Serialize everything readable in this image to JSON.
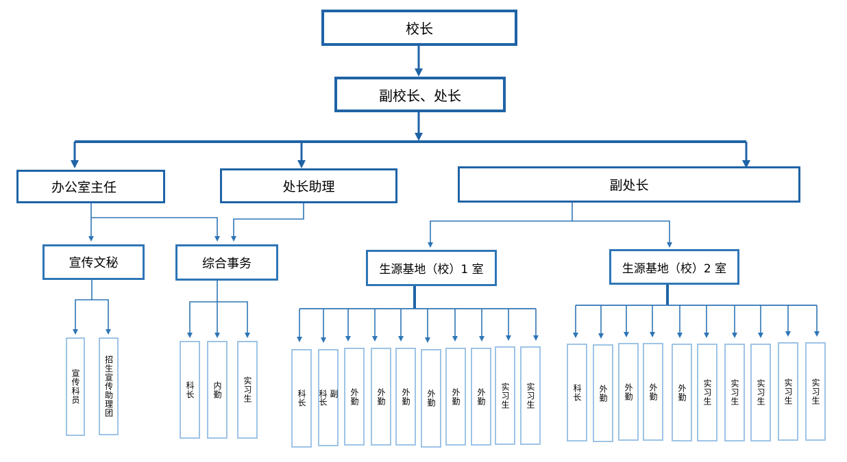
{
  "nodes": {
    "principal": "校长",
    "vice_principal": "副校长、处长",
    "office_director": "办公室主任",
    "director_assistant": "处长助理",
    "deputy_director": "副处长",
    "publicity": "宣传文秘",
    "general_affairs": "综合事务",
    "room1": "生源基地（校）1 室",
    "room2": "生源基地（校）2 室"
  },
  "publicity_leaves": [
    "宣传科员",
    "招生宣传助理团"
  ],
  "general_leaves": [
    "科长",
    "内勤",
    "实习生"
  ],
  "room1_leaves": [
    [
      "科长"
    ],
    [
      "副",
      "科长"
    ],
    [
      "外勤"
    ],
    [
      "外勤"
    ],
    [
      "外勤"
    ],
    [
      "外勤"
    ],
    [
      "外勤"
    ],
    [
      "外勤"
    ],
    [
      "实习生"
    ],
    [
      "实习生"
    ]
  ],
  "room2_leaves": [
    "科长",
    "外勤",
    "外勤",
    "外勤",
    "外勤",
    "实习生",
    "实习生",
    "实习生",
    "实习生",
    "实习生"
  ],
  "colors": {
    "primary_line": "#1f63a6",
    "secondary_line": "#2e75b6",
    "leaf_border": "#9dc3e6"
  }
}
